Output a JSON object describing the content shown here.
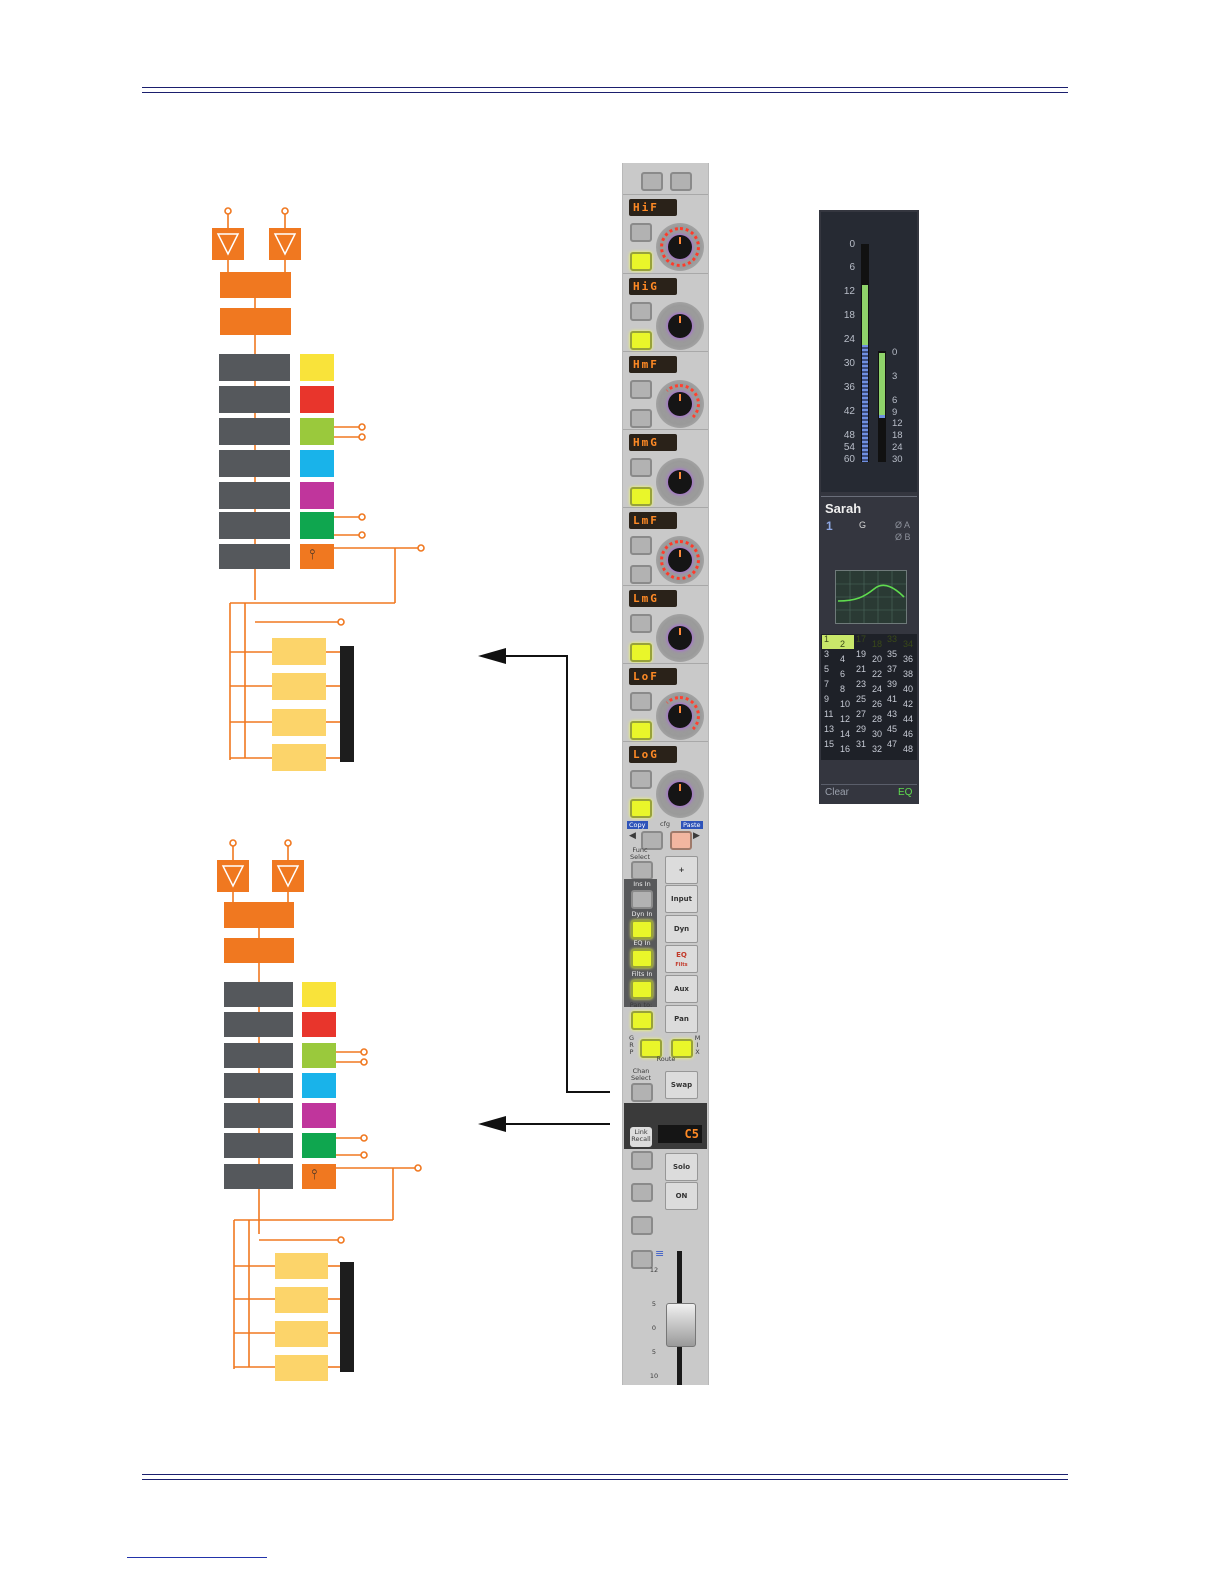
{
  "channel_strip": {
    "eq_displays": [
      "HiF",
      "HiG",
      "HmF",
      "HmG",
      "LmF",
      "LmG",
      "LoF",
      "LoG"
    ],
    "copy_label": "Copy",
    "paste_label": "Paste",
    "cfg_label": "cfg",
    "func_select_label": "Func Select",
    "keys": [
      "+",
      "Input",
      "Dyn",
      "EQ",
      "Aux",
      "Pan",
      "Swap"
    ],
    "eq_sub_label": "Filts",
    "ins_in_label": "Ins In",
    "dyn_in_label": "Dyn In",
    "eq_in_label": "EQ In",
    "filts_in_label": "Filts In",
    "pan_to_label": "Pan to:",
    "grp_label": "G R P",
    "mix_label": "M I X",
    "route_label": "Route",
    "chan_select_label": "Chan Select",
    "link_recall_label": "Link Recall",
    "channel_display": "C5",
    "solo_label": "Solo",
    "on_label": "ON",
    "scale_labels": [
      "12",
      "5",
      "0",
      "5",
      "10"
    ]
  },
  "plugin_panel": {
    "meter_scale_left": [
      "0",
      "6",
      "12",
      "18",
      "24",
      "30",
      "36",
      "42",
      "48",
      "54",
      "60"
    ],
    "meter_scale_right": [
      "0",
      "3",
      "6",
      "9",
      "12",
      "18",
      "24",
      "30"
    ],
    "channel_name": "Sarah",
    "channel_number": "1",
    "group_label": "G",
    "phase_a": "Ø A",
    "phase_b": "Ø B",
    "grid_left": [
      "1",
      "2",
      "3",
      "4",
      "5",
      "6",
      "7",
      "8",
      "9",
      "10",
      "11",
      "12",
      "13",
      "14",
      "15",
      "16"
    ],
    "grid_mid": [
      "17",
      "18",
      "19",
      "20",
      "21",
      "22",
      "23",
      "24",
      "25",
      "26",
      "27",
      "28",
      "29",
      "30",
      "31",
      "32"
    ],
    "grid_right": [
      "33",
      "34",
      "35",
      "36",
      "37",
      "38",
      "39",
      "40",
      "41",
      "42",
      "43",
      "44",
      "45",
      "46",
      "47",
      "48"
    ],
    "clear_label": "Clear",
    "eq_label": "EQ"
  },
  "colors": {
    "rule": "#1b1f6e",
    "orange": "#f07820",
    "yellow": "#f9e33a",
    "red": "#e8352c",
    "lime": "#9ac93c",
    "cyan": "#19b3ea",
    "magenta": "#c0359c",
    "green": "#0fa64f",
    "bus_yellow": "#fcd46a"
  }
}
